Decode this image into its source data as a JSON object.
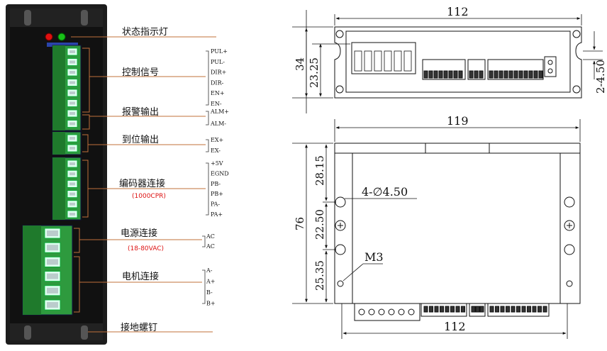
{
  "labels": {
    "status_led": "状态指示灯",
    "control_signal": "控制信号",
    "alarm_output": "报警输出",
    "in_position_output": "到位输出",
    "encoder_connection": "编码器连接",
    "encoder_note": "(1000CPR)",
    "power_connection": "电源连接",
    "power_note": "(18-80VAC)",
    "motor_connection": "电机连接",
    "ground_screw": "接地螺钉"
  },
  "pins": {
    "control": [
      "PUL+",
      "PUL-",
      "DIR+",
      "DIR-",
      "EN+",
      "EN-"
    ],
    "alarm": [
      "ALM+",
      "ALM-"
    ],
    "in_position": [
      "EX+",
      "EX-"
    ],
    "encoder": [
      "+5V",
      "EGND",
      "PB-",
      "PB+",
      "PA-",
      "PA+"
    ],
    "power": [
      "AC",
      "AC"
    ],
    "motor": [
      "A-",
      "A+",
      "B-",
      "B+"
    ]
  },
  "dimensions": {
    "top_width": "112",
    "height_total": "34",
    "height_inner": "23.25",
    "mount_offset": "2-4.50",
    "front_width": "119",
    "length_total": "76",
    "dim_28": "28.15",
    "dim_22": "22.50",
    "dim_25": "25.35",
    "hole_spec": "4-∅4.50",
    "thread": "M3",
    "bottom_width": "112"
  },
  "colors": {
    "panel": "#1c1c1c",
    "terminal_green": "#2e9a3e",
    "leader_line": "#c0703a",
    "led_red": "#e01010",
    "led_green": "#18c018"
  }
}
